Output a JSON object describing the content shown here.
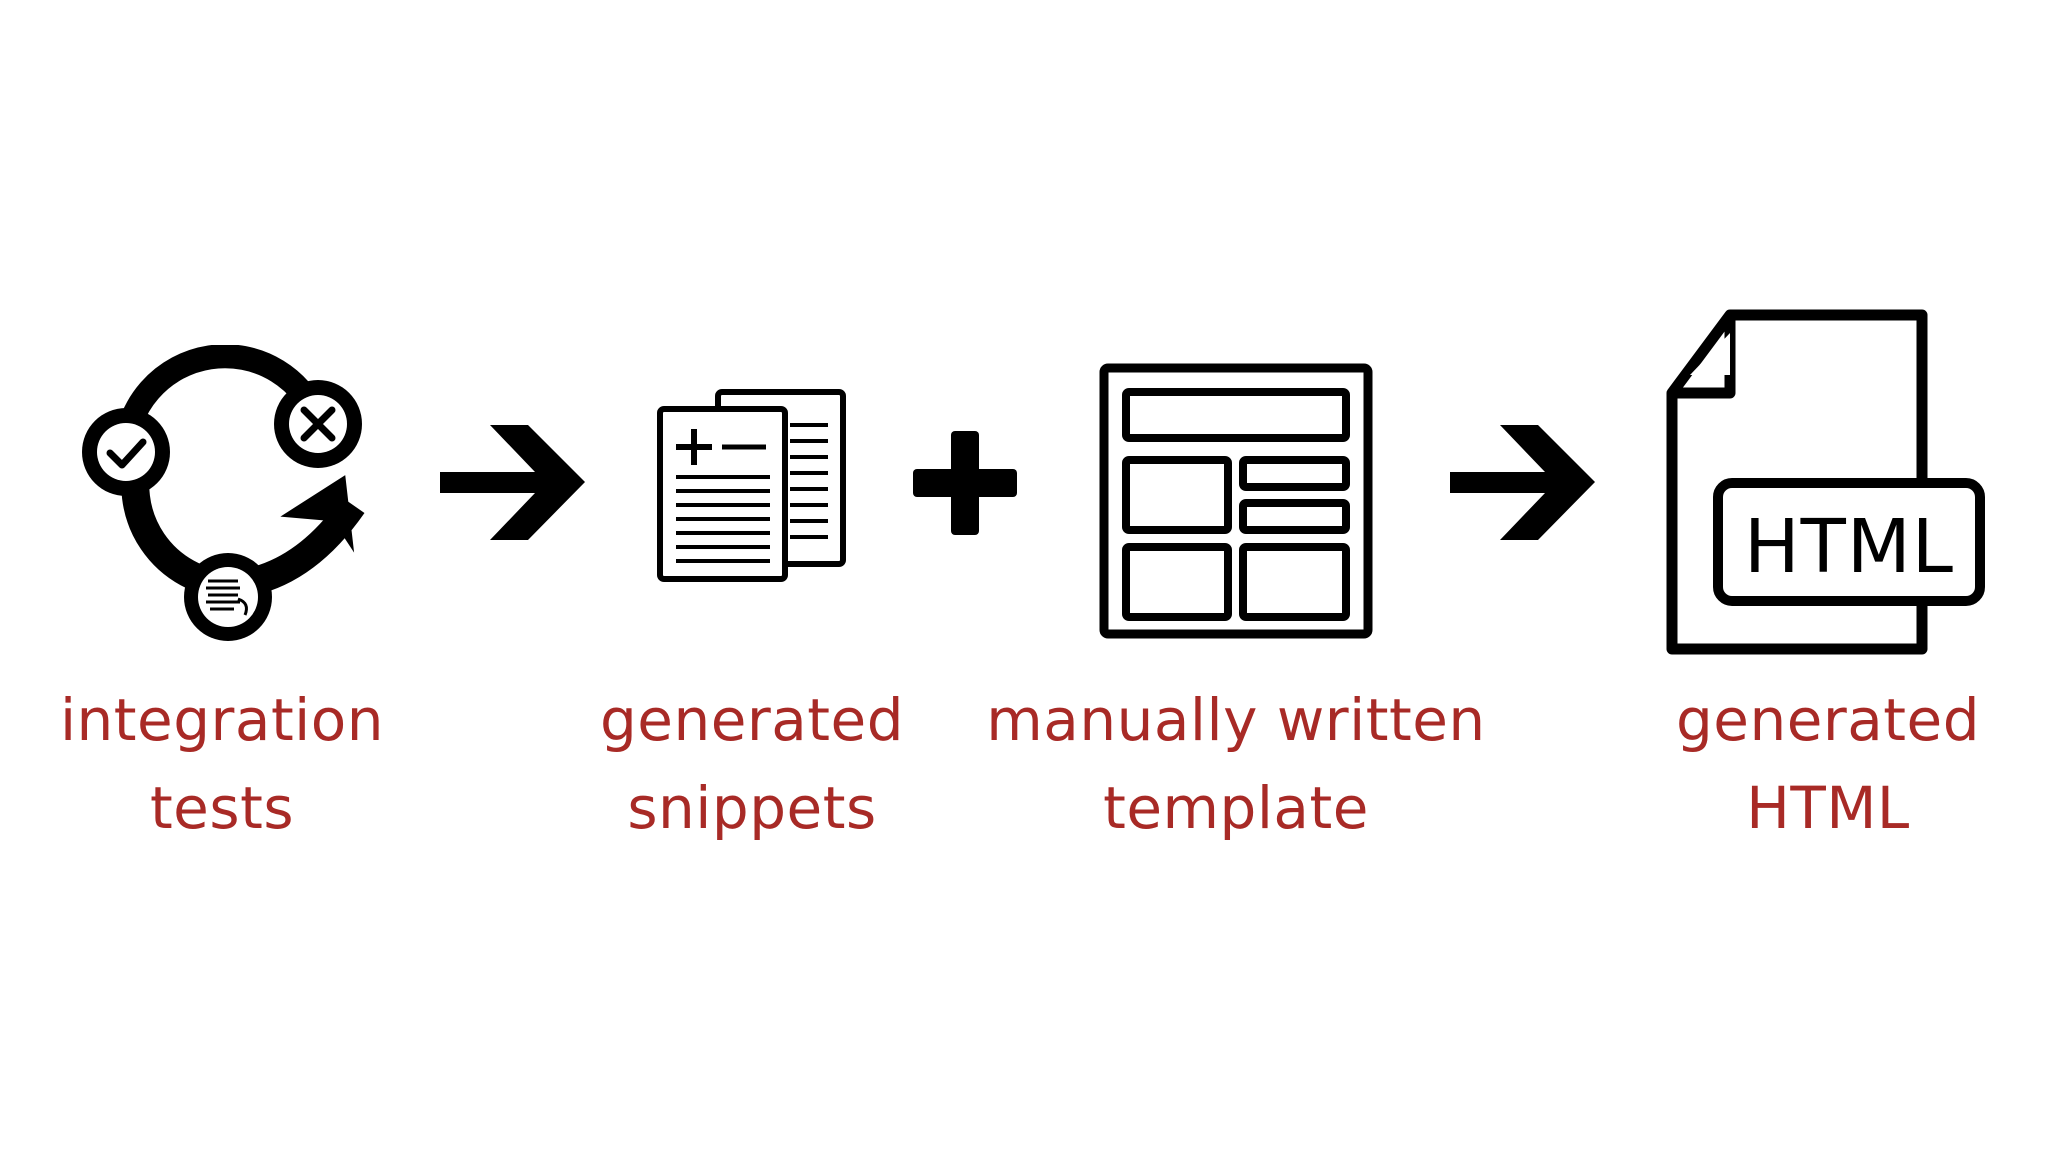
{
  "colors": {
    "caption": "#A82A26",
    "icon": "#000000",
    "background": "#ffffff"
  },
  "steps": [
    {
      "icon": "test-cycle-icon",
      "line1": "integration",
      "line2": "tests"
    },
    {
      "icon": "documents-diff-icon",
      "line1": "generated",
      "line2": "snippets"
    },
    {
      "icon": "page-template-icon",
      "line1": "manually written",
      "line2": "template"
    },
    {
      "icon": "html-file-icon",
      "line1": "generated",
      "line2": "HTML"
    }
  ],
  "connectors": [
    "arrow-right-icon",
    "plus-icon",
    "arrow-right-icon"
  ],
  "html_file_badge": "HTML"
}
